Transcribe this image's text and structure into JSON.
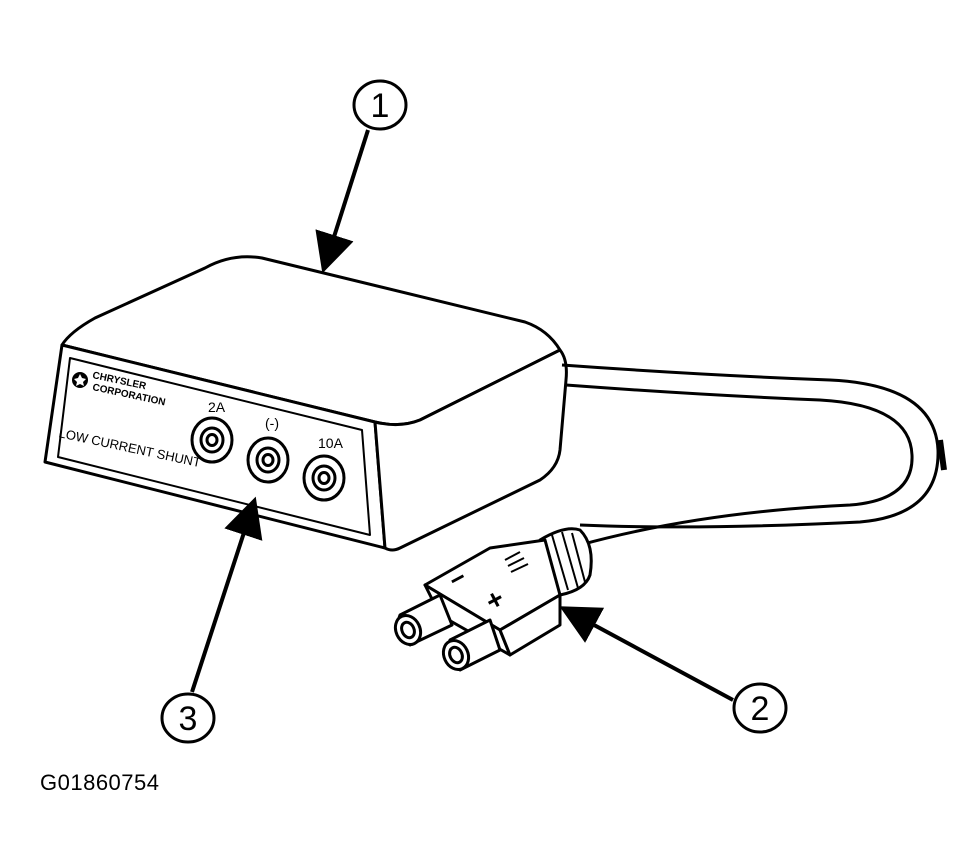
{
  "callouts": [
    {
      "id": "1",
      "label": "1"
    },
    {
      "id": "2",
      "label": "2"
    },
    {
      "id": "3",
      "label": "3"
    }
  ],
  "device": {
    "brand_line1": "CHRYSLER",
    "brand_line2": "CORPORATION",
    "title": "LOW CURRENT SHUNT",
    "jacks": [
      {
        "id": "2a",
        "label": "2A"
      },
      {
        "id": "neg",
        "label": "(-)"
      },
      {
        "id": "10a",
        "label": "10A"
      }
    ]
  },
  "plug": {
    "minus_label": "−",
    "plus_label": "+"
  },
  "figure_id": "G01860754",
  "colors": {
    "line": "#000000",
    "background": "#ffffff"
  }
}
